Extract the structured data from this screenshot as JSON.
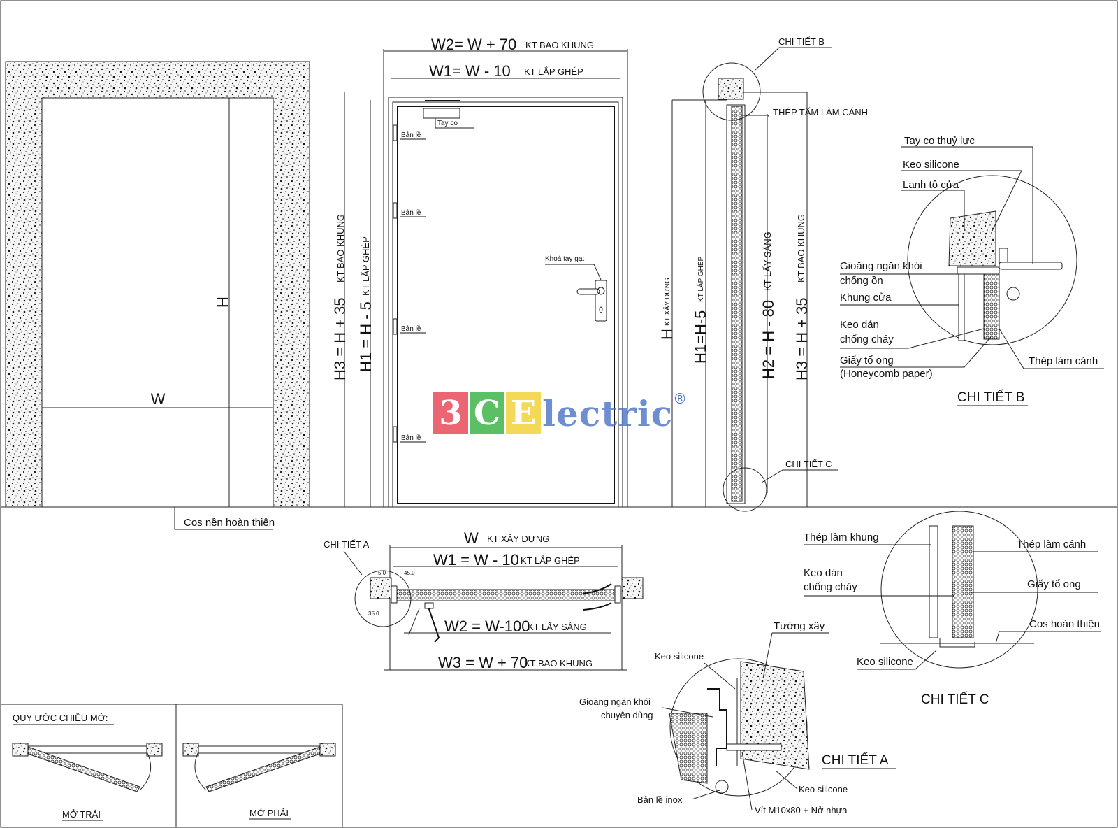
{
  "colors": {
    "line": "#222222",
    "concrete": "#f6f6f6",
    "logo_red": "#e84b5a",
    "logo_green": "#3fb54a",
    "logo_yellow": "#f2d33a",
    "logo_blue": "#4a72c8"
  },
  "watermark": {
    "b1": "3",
    "b2": "C",
    "b3": "E",
    "text": "lectric",
    "reg": "®"
  },
  "opening": {
    "w_label": "W",
    "h_label": "H",
    "floor_label": "Cos nền hoàn thiện"
  },
  "elevation": {
    "w2": "W2=  W + 70",
    "w2_note": "KT BAO KHUNG",
    "w1": "W1=  W - 10",
    "w1_note": "KT LẮP GHÉP",
    "closer": "Tay co",
    "hinge": "Bản lề",
    "lock": "Khoá tay gạt",
    "h3": "H3 = H + 35",
    "h3_note": "KT BAO KHUNG",
    "h1": "H1 = H - 5",
    "h1_note": "KT LẮP GHÉP"
  },
  "section": {
    "detail_b_ref": "CHI TIẾT B",
    "steel_leaf": "THÉP TẤM LÀM CÁNH",
    "h": "H",
    "h_note": "KT XÂY DỰNG",
    "h1": "H1=H-5",
    "h1_note": "KT LẮP GHÉP",
    "h2": "H2 = H - 80",
    "h2_note": "KT LẤY SÁNG",
    "h3": "H3 = H + 35",
    "h3_note": "KT BAO KHUNG",
    "detail_c_ref": "CHI TIẾT C"
  },
  "detail_b": {
    "title": "CHI TIẾT B",
    "closer": "Tay co thuỷ lực",
    "silicone": "Keo silicone",
    "lintel": "Lanh tô cửa",
    "gasket1": "Gioăng ngăn khói",
    "gasket2": "chống ồn",
    "frame": "Khung cửa",
    "glue1": "Keo dán",
    "glue2": "chống cháy",
    "paper1": "Giấy tổ ong",
    "paper2": "(Honeycomb paper)",
    "steel": "Thép làm cánh"
  },
  "plan": {
    "detail_a_ref": "CHI TIẾT A",
    "w": "W",
    "w_note": "KT XÂY DỰNG",
    "w1": "W1 = W - 10",
    "w1_note": "KT LẮP GHÉP",
    "w2": "W2 = W-100",
    "w2_note": "KT LẤY SÁNG",
    "w3": "W3 = W + 70",
    "w3_note": "KT BAO KHUNG",
    "d50": "5.0",
    "d450": "45.0",
    "d350": "35.0"
  },
  "detail_c": {
    "title": "CHI TIẾT C",
    "frame_steel": "Thép làm khung",
    "leaf_steel": "Thép làm cánh",
    "glue1": "Keo dán",
    "glue2": "chống cháy",
    "paper": "Giấy tổ ong",
    "floor": "Cos hoàn thiện",
    "silicone": "Keo silicone"
  },
  "detail_a": {
    "title": "CHI TIẾT A",
    "wall": "Tường xây",
    "silicone_top": "Keo silicone",
    "gasket1": "Gioăng ngăn khói",
    "gasket2": "chuyên dùng",
    "hinge": "Bản lề inox",
    "silicone_bottom": "Keo silicone",
    "screw": "Vít M10x80 + Nở nhựa"
  },
  "legend": {
    "title": "QUY ƯỚC CHIỀU MỞ:",
    "left": "MỞ TRÁI",
    "right": "MỞ PHẢI"
  }
}
